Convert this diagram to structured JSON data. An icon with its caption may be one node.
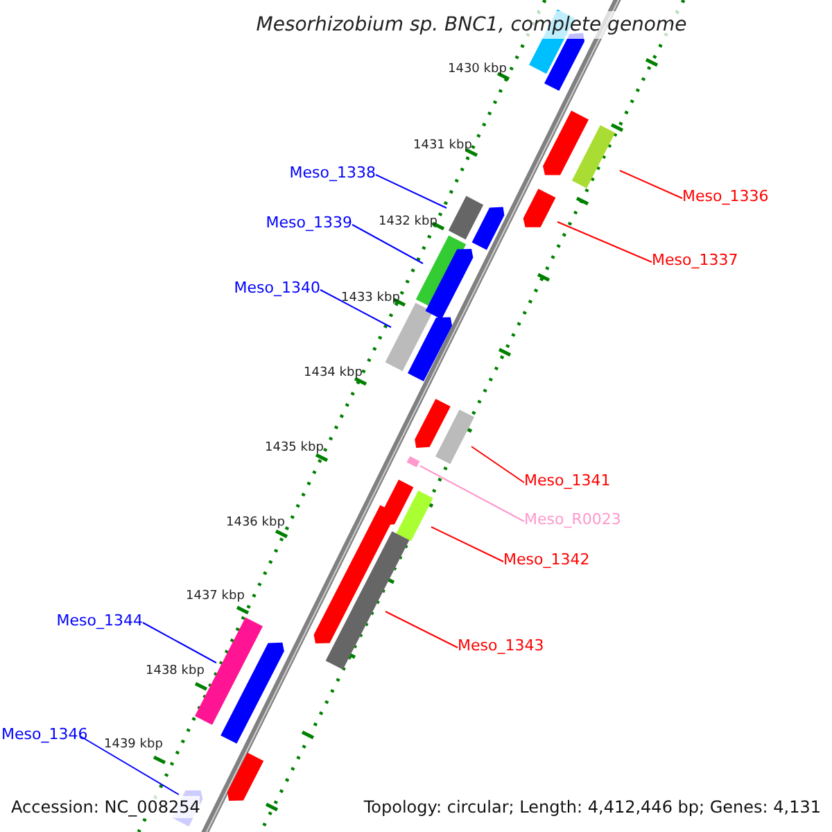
{
  "diagram": {
    "title": "Mesorhizobium sp. BNC1, complete genome",
    "nodes": [
      {
        "text": [
          "Meso_1336"
        ]
      },
      {
        "text": [],
        "shape": "bar"
      },
      {
        "text": [
          "Meso_1337"
        ]
      },
      {
        "text": [],
        "shape": "bar"
      },
      {
        "text": [
          "Meso_1338"
        ]
      },
      {
        "text": [],
        "shape": "bar"
      },
      {
        "text": [
          "Meso_1339"
        ]
      },
      {
        "text": [],
        "shape": "bar"
      },
      {
        "text": [
          "Meso_1340"
        ]
      },
      {
        "text": [],
        "shape": "bar"
      },
      {
        "text": [
          "Meso_1341"
        ]
      },
      {
        "text": [],
        "shape": "bar"
      },
      {
        "text": [
          "Meso_R0023"
        ]
      },
      {
        "text": [],
        "shape": "bar"
      },
      {
        "text": [
          "Meso_1342"
        ]
      },
      {
        "text": [],
        "shape": "bar"
      },
      {
        "text": [
          "Meso_1343"
        ]
      },
      {
        "text": [],
        "shape": "bar"
      },
      {
        "text": [
          "Meso_1344"
        ]
      },
      {
        "text": [],
        "shape": "bar"
      },
      {
        "text": [
          "Meso_1346"
        ]
      },
      {
        "text": [],
        "shape": "bar"
      },
      {
        "text": [],
        "shape": "bar"
      },
      {
        "text": [],
        "shape": "bar"
      },
      {
        "text": [],
        "shape": "bar"
      },
      {
        "text": [],
        "shape": "bar"
      },
      {
        "text": [],
        "shape": "bar"
      },
      {
        "text": [],
        "shape": "bar"
      },
      {
        "text": [],
        "shape": "bar"
      },
      {
        "text": [],
        "shape": "bar"
      },
      {
        "text": [],
        "shape": "bar"
      },
      {
        "text": [],
        "shape": "bar"
      },
      {
        "text": [],
        "shape": "bar"
      }
    ],
    "edges": [
      {
        "from": 0,
        "to": 1,
        "arrow": "none",
        "color": "#ff0000"
      },
      {
        "from": 2,
        "to": 3,
        "arrow": "none",
        "color": "#ff0000"
      },
      {
        "from": 4,
        "to": 5,
        "arrow": "none",
        "color": "#0000ff"
      },
      {
        "from": 6,
        "to": 7,
        "arrow": "none",
        "color": "#0000ff"
      },
      {
        "from": 8,
        "to": 9,
        "arrow": "none",
        "color": "#0000ff"
      },
      {
        "from": 10,
        "to": 11,
        "arrow": "none",
        "color": "#ff0000"
      },
      {
        "from": 12,
        "to": 13,
        "arrow": "none",
        "color": "#ff99cc"
      },
      {
        "from": 14,
        "to": 15,
        "arrow": "none",
        "color": "#ff0000"
      },
      {
        "from": 16,
        "to": 17,
        "arrow": "none",
        "color": "#ff0000"
      },
      {
        "from": 18,
        "to": 19,
        "arrow": "none",
        "color": "#0000ff"
      },
      {
        "from": 20,
        "to": 21,
        "arrow": "none",
        "color": "#0000ff"
      }
    ],
    "labels": [
      "1430 kbp",
      "1431 kbp",
      "1432 kbp",
      "1433 kbp",
      "1434 kbp",
      "1435 kbp",
      "1436 kbp",
      "1437 kbp",
      "1438 kbp",
      "1439 kbp",
      "Accession: NC_008254",
      "Topology: circular; Length: 4,412,446 bp; Genes: 4,131"
    ]
  }
}
